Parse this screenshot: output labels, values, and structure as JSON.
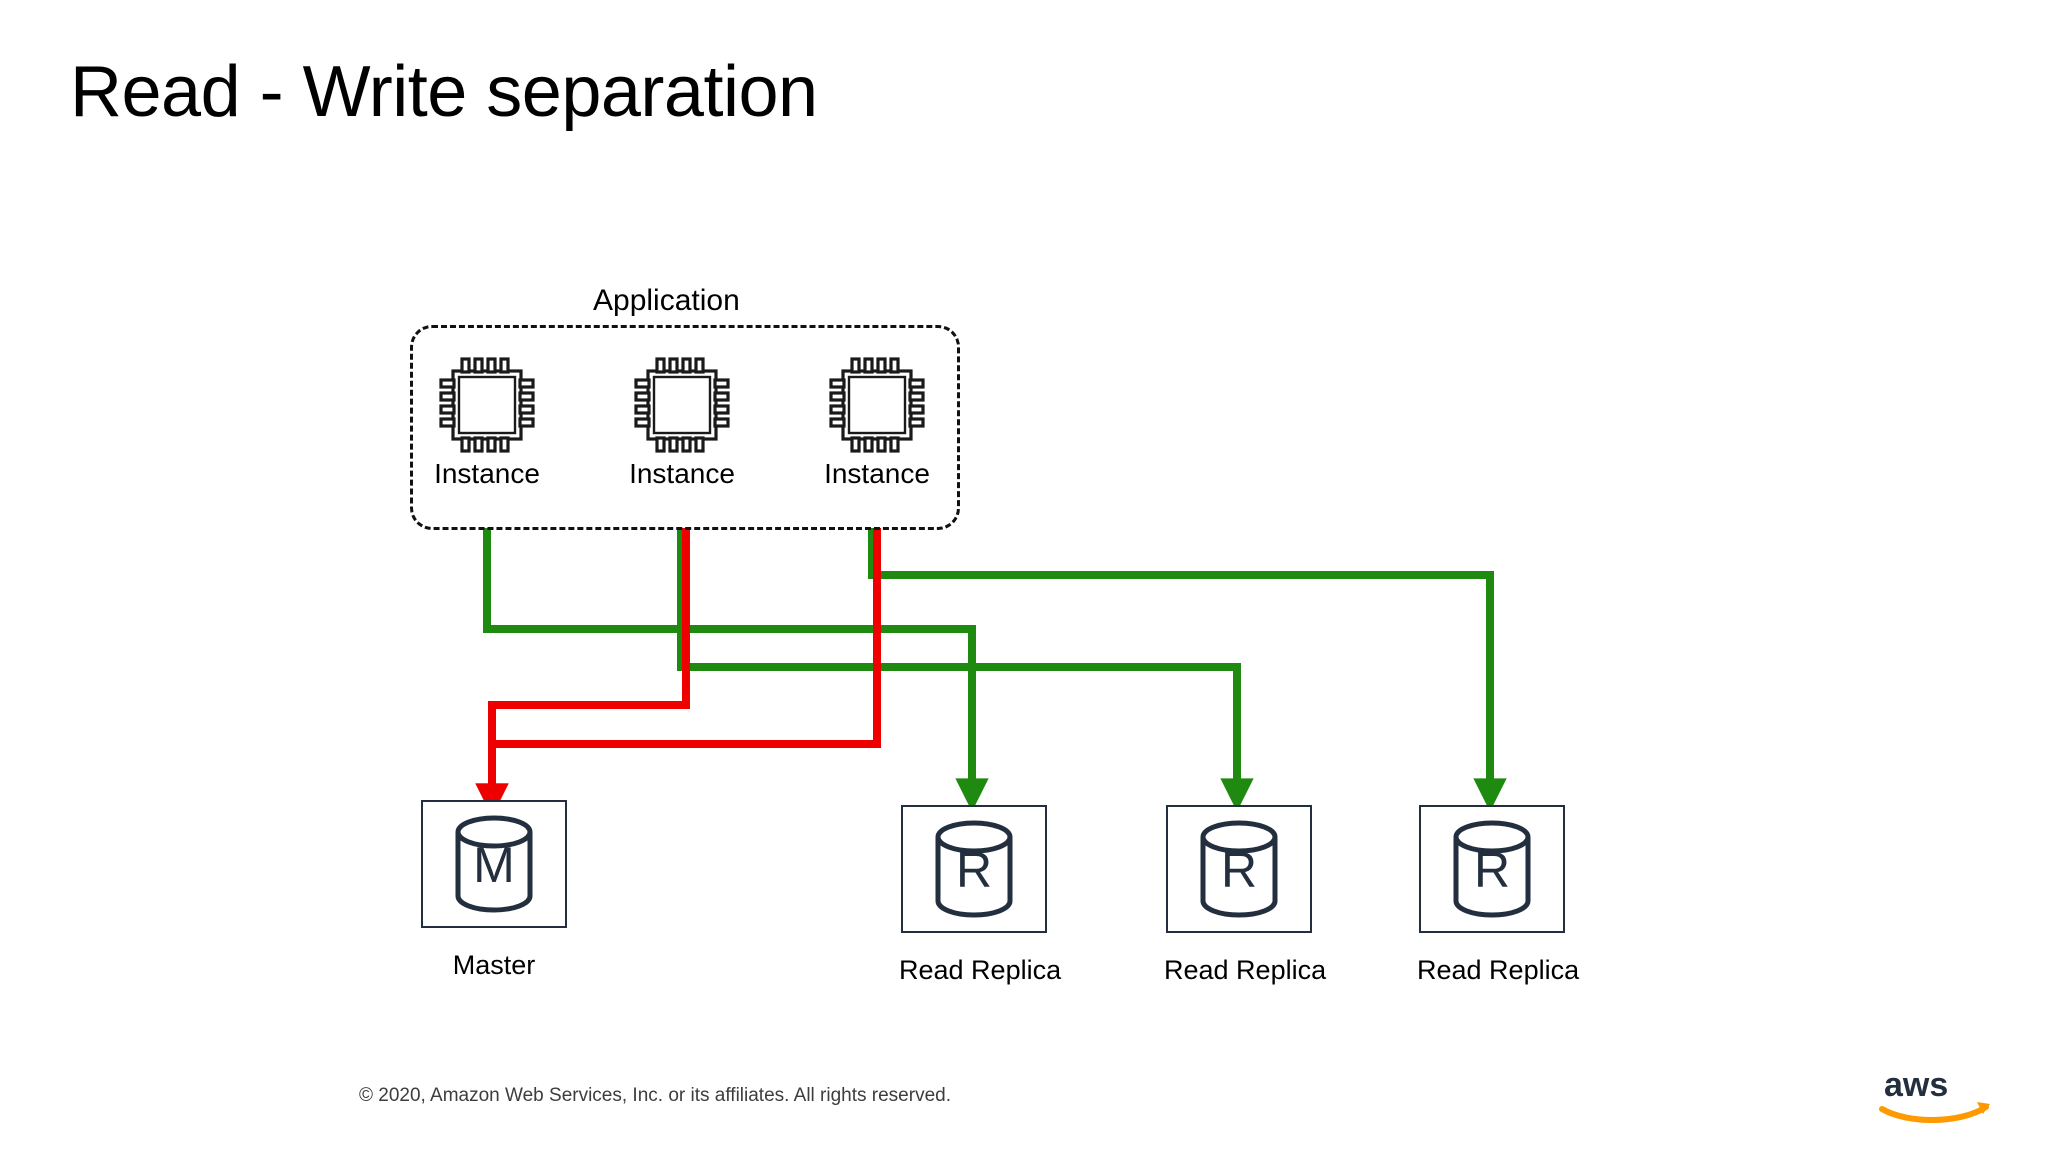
{
  "slide": {
    "title": "Read - Write separation",
    "background": "#FFFFFF"
  },
  "colors": {
    "write_path": "#EE0000",
    "read_path": "#1E8A0F",
    "aws_navy": "#232F3E",
    "aws_orange": "#FF9900",
    "outline": "#111111"
  },
  "application_group": {
    "label": "Application",
    "border_style": "dash-dot rounded rectangle",
    "instances": [
      {
        "label": "Instance",
        "icon": "cpu-chip-icon"
      },
      {
        "label": "Instance",
        "icon": "cpu-chip-icon"
      },
      {
        "label": "Instance",
        "icon": "cpu-chip-icon"
      }
    ]
  },
  "database_nodes": [
    {
      "label": "Master",
      "badge": "M",
      "icon": "database-cylinder-icon",
      "role": "write"
    },
    {
      "label": "Read Replica",
      "badge": "R",
      "icon": "database-cylinder-icon",
      "role": "read"
    },
    {
      "label": "Read Replica",
      "badge": "R",
      "icon": "database-cylinder-icon",
      "role": "read"
    },
    {
      "label": "Read Replica",
      "badge": "R",
      "icon": "database-cylinder-icon",
      "role": "read"
    }
  ],
  "connections": {
    "legend": {
      "write_color": "#EE0000",
      "read_color": "#1E8A0F"
    },
    "write_edges": [
      {
        "from": "Instance 2",
        "to": "Master"
      },
      {
        "from": "Instance 3",
        "to": "Master"
      }
    ],
    "read_edges": [
      {
        "from": "Instance 1",
        "to": "Read Replica 1"
      },
      {
        "from": "Instance 2",
        "to": "Read Replica 2"
      },
      {
        "from": "Instance 3",
        "to": "Read Replica 3"
      }
    ]
  },
  "footer": {
    "copyright": "© 2020, Amazon Web Services, Inc. or its affiliates. All rights reserved.",
    "logo_text": "aws",
    "logo_name": "aws-logo"
  }
}
